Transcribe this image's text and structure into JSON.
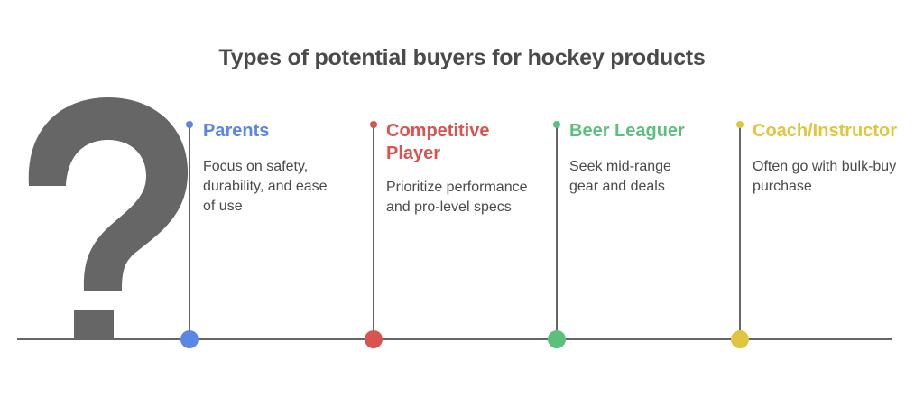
{
  "title": "Types of potential buyers for hockey products",
  "icon": "question-mark-icon",
  "colors": {
    "line": "#666666",
    "icon": "#666666",
    "parents": "#5b86e5",
    "competitive": "#d9534f",
    "beer": "#5cbf7c",
    "coach": "#e0c640"
  },
  "buyers": [
    {
      "label": "Parents",
      "description": "Focus on safety, durability, and ease of use",
      "color": "#5b86e5"
    },
    {
      "label": "Competitive Player",
      "description": "Prioritize performance and pro-level specs",
      "color": "#d9534f"
    },
    {
      "label": "Beer Leaguer",
      "description": "Seek mid-range gear and deals",
      "color": "#5cbf7c"
    },
    {
      "label": "Coach/Instructor",
      "description": "Often go with bulk-buy purchase",
      "color": "#e0c640"
    }
  ]
}
